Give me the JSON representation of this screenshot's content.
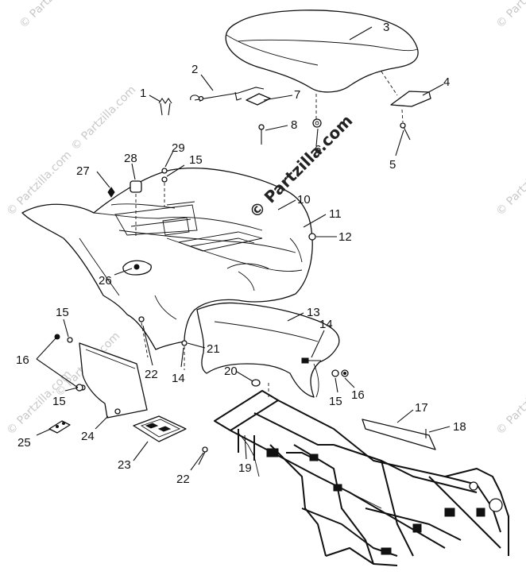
{
  "watermarks": {
    "center": "© Partzilla.com",
    "side": "© Partzilla.com"
  },
  "callouts": [
    {
      "id": "1",
      "text": "1"
    },
    {
      "id": "2",
      "text": "2"
    },
    {
      "id": "3",
      "text": "3"
    },
    {
      "id": "4",
      "text": "4"
    },
    {
      "id": "5",
      "text": "5"
    },
    {
      "id": "6",
      "text": "6"
    },
    {
      "id": "7",
      "text": "7"
    },
    {
      "id": "8",
      "text": "8"
    },
    {
      "id": "10",
      "text": "10"
    },
    {
      "id": "11",
      "text": "11"
    },
    {
      "id": "12",
      "text": "12"
    },
    {
      "id": "13",
      "text": "13"
    },
    {
      "id": "14a",
      "text": "14"
    },
    {
      "id": "14b",
      "text": "14"
    },
    {
      "id": "15a",
      "text": "15"
    },
    {
      "id": "15b",
      "text": "15"
    },
    {
      "id": "15c",
      "text": "15"
    },
    {
      "id": "15d",
      "text": "15"
    },
    {
      "id": "16a",
      "text": "16"
    },
    {
      "id": "16b",
      "text": "16"
    },
    {
      "id": "17",
      "text": "17"
    },
    {
      "id": "18",
      "text": "18"
    },
    {
      "id": "19",
      "text": "19"
    },
    {
      "id": "20",
      "text": "20"
    },
    {
      "id": "21",
      "text": "21"
    },
    {
      "id": "22a",
      "text": "22"
    },
    {
      "id": "22b",
      "text": "22"
    },
    {
      "id": "23",
      "text": "23"
    },
    {
      "id": "24",
      "text": "24"
    },
    {
      "id": "25",
      "text": "25"
    },
    {
      "id": "26",
      "text": "26"
    },
    {
      "id": "27",
      "text": "27"
    },
    {
      "id": "28",
      "text": "28"
    },
    {
      "id": "29",
      "text": "29"
    }
  ]
}
